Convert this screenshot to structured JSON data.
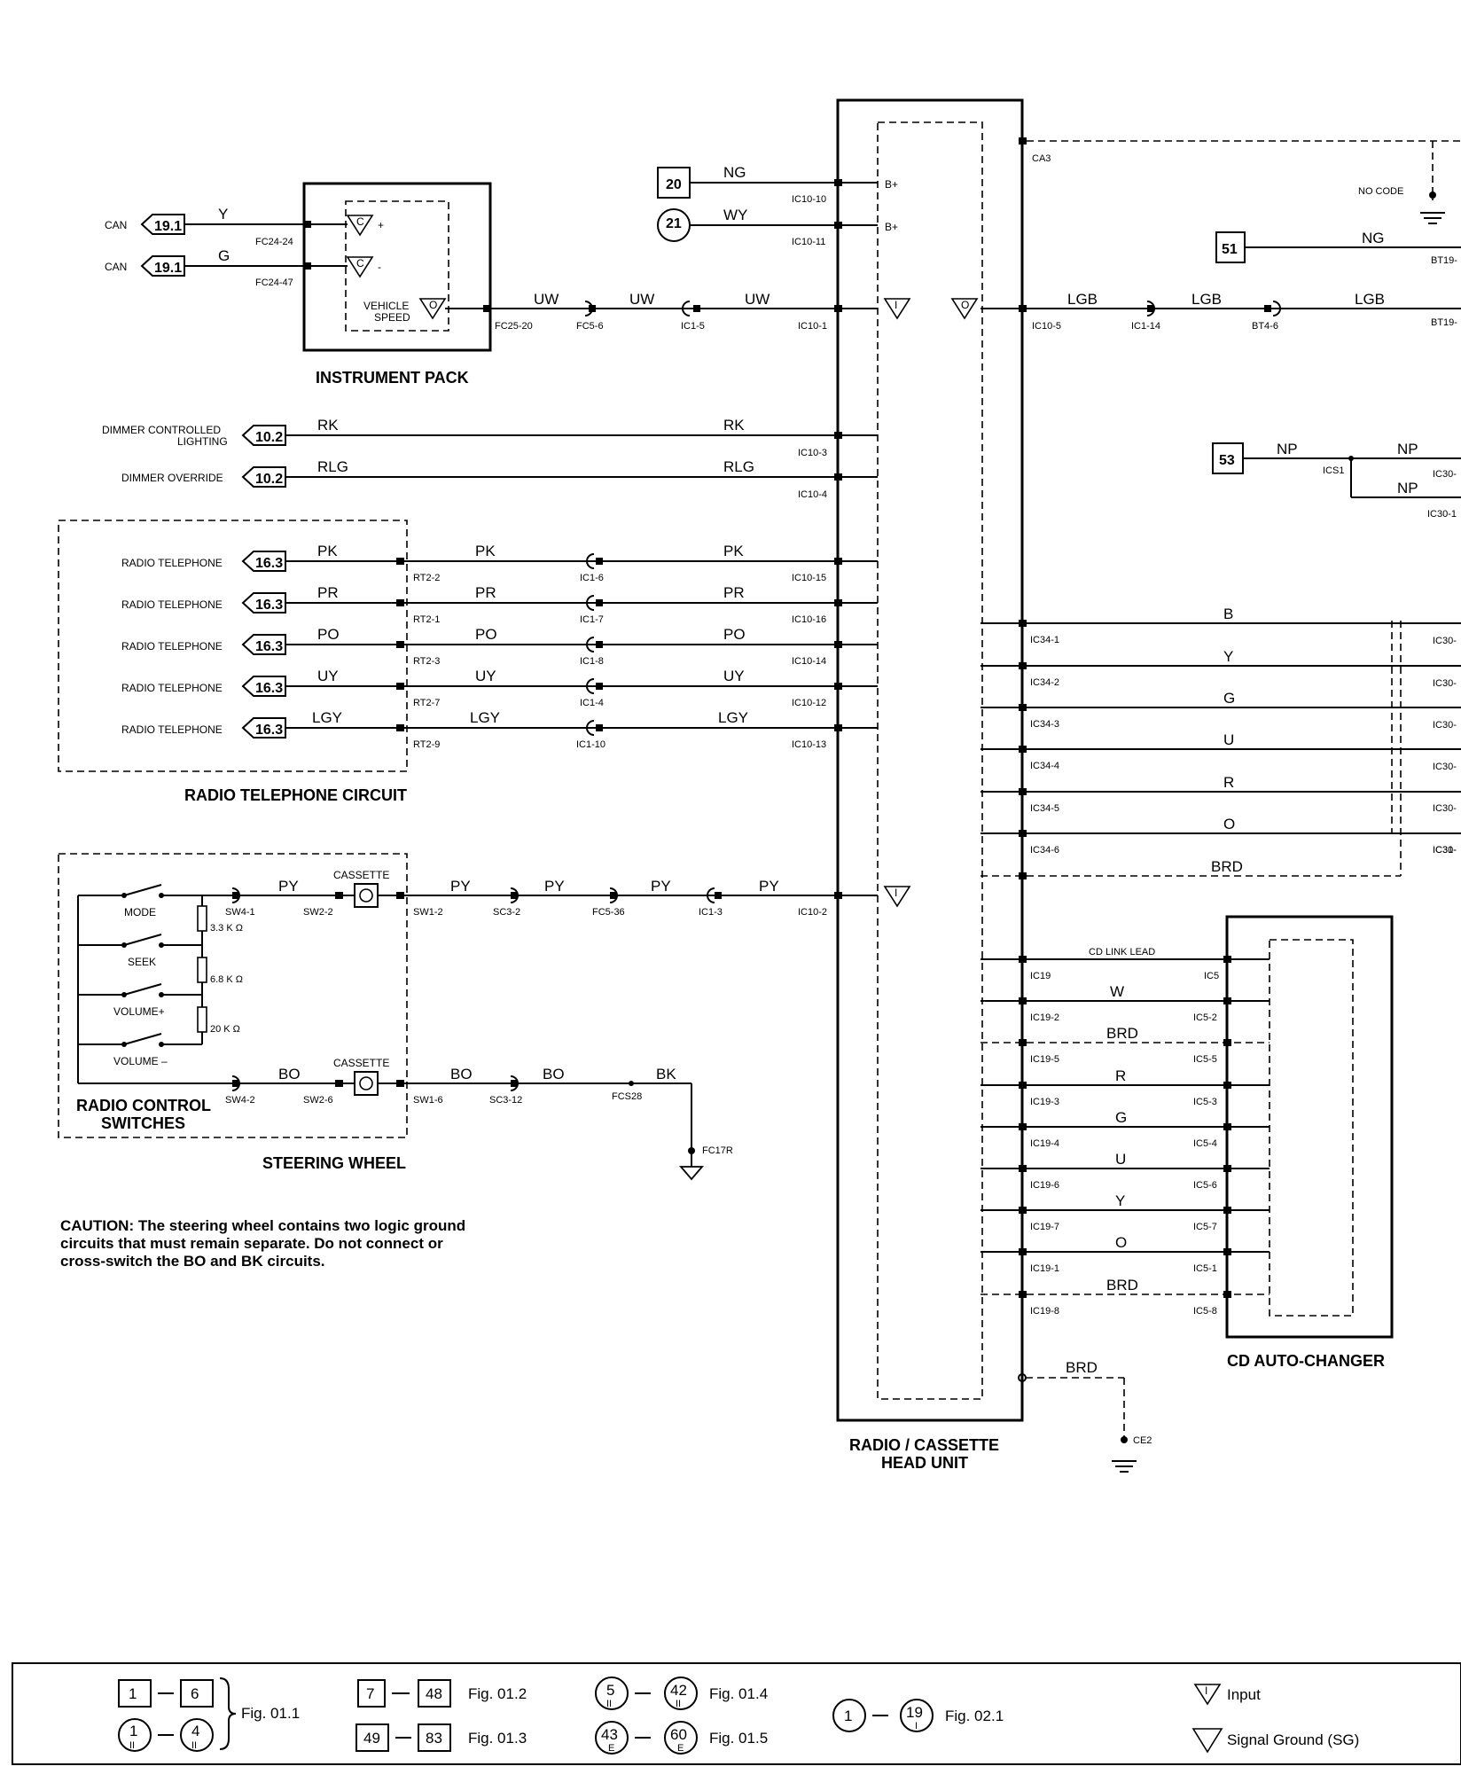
{
  "components": {
    "instrument_pack": "INSTRUMENT PACK",
    "radio_telephone_circuit": "RADIO TELEPHONE CIRCUIT",
    "steering_wheel": "STEERING WHEEL",
    "radio_control_switches": [
      "RADIO CONTROL",
      "SWITCHES"
    ],
    "head_unit": [
      "RADIO / CASSETTE",
      "HEAD UNIT"
    ],
    "cd_autochanger": "CD AUTO-CHANGER",
    "cd_link_lead": "CD LINK LEAD",
    "cassette": "CASSETTE",
    "vehicle_speed": [
      "VEHICLE",
      "SPEED"
    ],
    "no_code": "NO CODE"
  },
  "inputs": {
    "can": "CAN",
    "can_ref": "19.1",
    "dimmer_lighting": [
      "DIMMER CONTROLLED",
      "LIGHTING"
    ],
    "dimmer_override": "DIMMER OVERRIDE",
    "dimmer_ref": "10.2",
    "radio_telephone": "RADIO TELEPHONE",
    "telephone_ref": "16.3"
  },
  "switches": [
    "MODE",
    "SEEK",
    "VOLUME+",
    "VOLUME –"
  ],
  "resistors": [
    "3.3 K Ω",
    "6.8 K Ω",
    "20 K Ω"
  ],
  "wires": {
    "ng": "NG",
    "wy": "WY",
    "y": "Y",
    "g": "G",
    "uw": "UW",
    "lgb": "LGB",
    "rk": "RK",
    "rlg": "RLG",
    "pk": "PK",
    "pr": "PR",
    "po": "PO",
    "uy": "UY",
    "lgy": "LGY",
    "py": "PY",
    "bo": "BO",
    "bk": "BK",
    "np": "NP",
    "b": "B",
    "u": "U",
    "r": "R",
    "o": "O",
    "w": "W",
    "brd": "BRD"
  },
  "pins": {
    "fc24_24": "FC24-24",
    "fc24_47": "FC24-47",
    "fc25_20": "FC25-20",
    "fc5_6": "FC5-6",
    "ic1_5": "IC1-5",
    "ic10_1": "IC10-1",
    "ic10_10": "IC10-10",
    "ic10_11": "IC10-11",
    "bplus": "B+",
    "ca3": "CA3",
    "bt19": "BT19-",
    "ic10_5": "IC10-5",
    "ic1_14": "IC1-14",
    "bt4_6": "BT4-6",
    "ics1": "ICS1",
    "ic30": "IC30-",
    "ic30_1": "IC30-1",
    "ic10_3": "IC10-3",
    "ic10_4": "IC10-4",
    "rt2_2": "RT2-2",
    "rt2_1": "RT2-1",
    "rt2_3": "RT2-3",
    "rt2_7": "RT2-7",
    "rt2_9": "RT2-9",
    "ic1_6": "IC1-6",
    "ic1_7": "IC1-7",
    "ic1_8": "IC1-8",
    "ic1_4": "IC1-4",
    "ic1_10": "IC1-10",
    "ic10_15": "IC10-15",
    "ic10_16": "IC10-16",
    "ic10_14": "IC10-14",
    "ic10_12": "IC10-12",
    "ic10_13": "IC10-13",
    "ic34_1": "IC34-1",
    "ic34_2": "IC34-2",
    "ic34_3": "IC34-3",
    "ic34_4": "IC34-4",
    "ic34_5": "IC34-5",
    "ic34_6": "IC34-6",
    "ic31": "IC31-",
    "sw4_1": "SW4-1",
    "sw2_2": "SW2-2",
    "sw1_2": "SW1-2",
    "sc3_2": "SC3-2",
    "fc5_36": "FC5-36",
    "ic1_3": "IC1-3",
    "ic10_2": "IC10-2",
    "sw4_2": "SW4-2",
    "sw2_6": "SW2-6",
    "sw1_6": "SW1-6",
    "sc3_12": "SC3-12",
    "fcs28": "FCS28",
    "fc17r": "FC17R",
    "ic19": "IC19",
    "ic5": "IC5",
    "ic19_2": "IC19-2",
    "ic19_5": "IC19-5",
    "ic19_3": "IC19-3",
    "ic19_4": "IC19-4",
    "ic19_6": "IC19-6",
    "ic19_7": "IC19-7",
    "ic19_1": "IC19-1",
    "ic19_8": "IC19-8",
    "ic5_2": "IC5-2",
    "ic5_5": "IC5-5",
    "ic5_3": "IC5-3",
    "ic5_4": "IC5-4",
    "ic5_6": "IC5-6",
    "ic5_7": "IC5-7",
    "ic5_1": "IC5-1",
    "ic5_8": "IC5-8",
    "ce2": "CE2"
  },
  "refs": {
    "r20": "20",
    "r21": "21",
    "r51": "51",
    "r53": "53"
  },
  "symbols": {
    "c": "C",
    "i": "I",
    "o": "O",
    "plus": "+",
    "minus": "-"
  },
  "caution": [
    "CAUTION: The steering wheel contains two logic ground",
    "circuits that must remain separate.  Do not connect or",
    "cross-switch the BO and BK circuits."
  ],
  "legend": {
    "b1": "1",
    "b6": "6",
    "c1": "1",
    "c4": "4",
    "fig011": "Fig. 01.1",
    "b7": "7",
    "b48": "48",
    "fig012": "Fig. 01.2",
    "b49": "49",
    "b83": "83",
    "fig013": "Fig. 01.3",
    "c5": "5",
    "c42": "42",
    "fig014": "Fig. 01.4",
    "c43": "43",
    "c60": "60",
    "fig015": "Fig. 01.5",
    "c1b": "1",
    "c19": "19",
    "fig021": "Fig. 02.1",
    "sub_ii": "II",
    "sub_e": "E",
    "sub_i": "I",
    "input": "Input",
    "signal_ground": "Signal Ground (SG)"
  }
}
